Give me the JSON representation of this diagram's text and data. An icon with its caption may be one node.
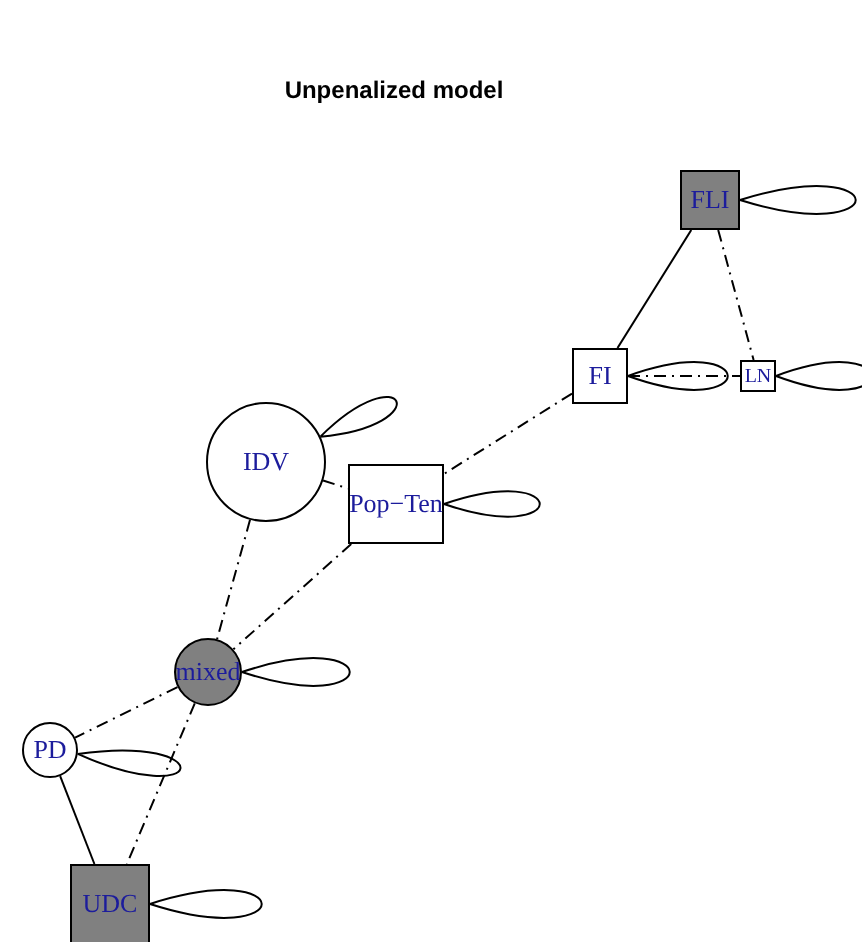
{
  "diagram": {
    "title": "Unpenalized model",
    "nodes": [
      {
        "text": [
          "FLI"
        ]
      },
      {
        "text": [
          "FI"
        ]
      },
      {
        "text": [
          "LN"
        ]
      },
      {
        "text": [
          "IDV"
        ]
      },
      {
        "text": [
          "Pop−Ten"
        ]
      },
      {
        "text": [
          "mixed"
        ]
      },
      {
        "text": [
          "PD"
        ]
      },
      {
        "text": [
          "UDC"
        ]
      }
    ],
    "edges": [
      {
        "from": 0,
        "to": 1,
        "arrow": "none"
      },
      {
        "from": 0,
        "to": 2,
        "arrow": "none",
        "style": "dashed"
      },
      {
        "from": 1,
        "to": 2,
        "arrow": "none",
        "style": "dashed"
      },
      {
        "from": 1,
        "to": 4,
        "arrow": "none",
        "style": "dashed"
      },
      {
        "from": 3,
        "to": 4,
        "arrow": "none",
        "style": "dashed"
      },
      {
        "from": 3,
        "to": 5,
        "arrow": "none",
        "style": "dashed"
      },
      {
        "from": 4,
        "to": 5,
        "arrow": "none",
        "style": "dashed"
      },
      {
        "from": 5,
        "to": 6,
        "arrow": "none",
        "style": "dashed"
      },
      {
        "from": 5,
        "to": 7,
        "arrow": "none",
        "style": "dashed"
      },
      {
        "from": 6,
        "to": 7,
        "arrow": "none"
      },
      {
        "from": 0,
        "to": 0,
        "arrow": "none"
      },
      {
        "from": 1,
        "to": 1,
        "arrow": "none"
      },
      {
        "from": 2,
        "to": 2,
        "arrow": "none"
      },
      {
        "from": 3,
        "to": 3,
        "arrow": "none"
      },
      {
        "from": 4,
        "to": 4,
        "arrow": "none"
      },
      {
        "from": 5,
        "to": 5,
        "arrow": "none"
      },
      {
        "from": 6,
        "to": 6,
        "arrow": "none"
      },
      {
        "from": 7,
        "to": 7,
        "arrow": "none"
      }
    ]
  }
}
